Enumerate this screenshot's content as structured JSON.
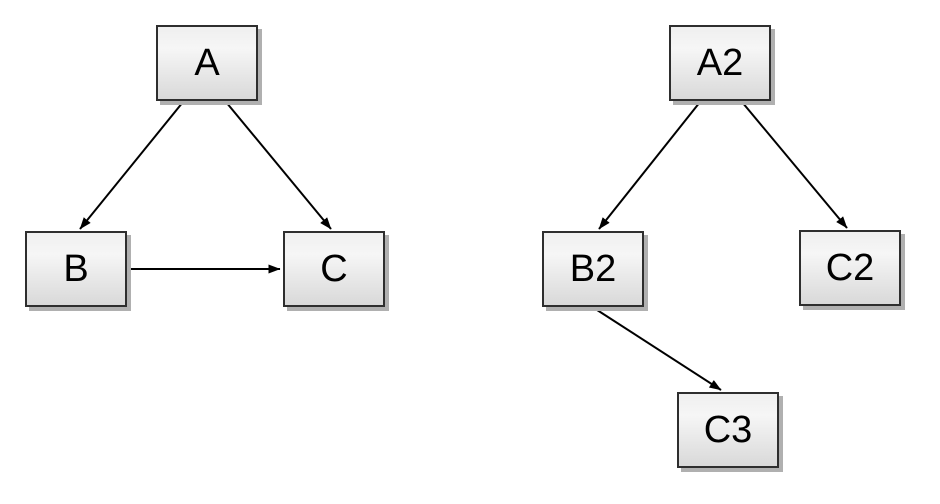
{
  "page": {
    "background": "#ffffff"
  },
  "style": {
    "node_fill_top": "#f3f3f3",
    "node_fill_bottom": "#d9d9d9",
    "node_border": "#2e2e2e",
    "node_shadow": "#b0b0b0",
    "edge_color": "#000000",
    "label_color": "#000000"
  },
  "left_graph": {
    "nodes": {
      "A": {
        "label": "A"
      },
      "B": {
        "label": "B"
      },
      "C": {
        "label": "C"
      }
    },
    "edges": [
      {
        "from": "A",
        "to": "B"
      },
      {
        "from": "A",
        "to": "C"
      },
      {
        "from": "B",
        "to": "C"
      }
    ]
  },
  "right_graph": {
    "nodes": {
      "A2": {
        "label": "A2"
      },
      "B2": {
        "label": "B2"
      },
      "C2": {
        "label": "C2"
      },
      "C3": {
        "label": "C3"
      }
    },
    "edges": [
      {
        "from": "A2",
        "to": "B2"
      },
      {
        "from": "A2",
        "to": "C2"
      },
      {
        "from": "B2",
        "to": "C3"
      }
    ]
  }
}
